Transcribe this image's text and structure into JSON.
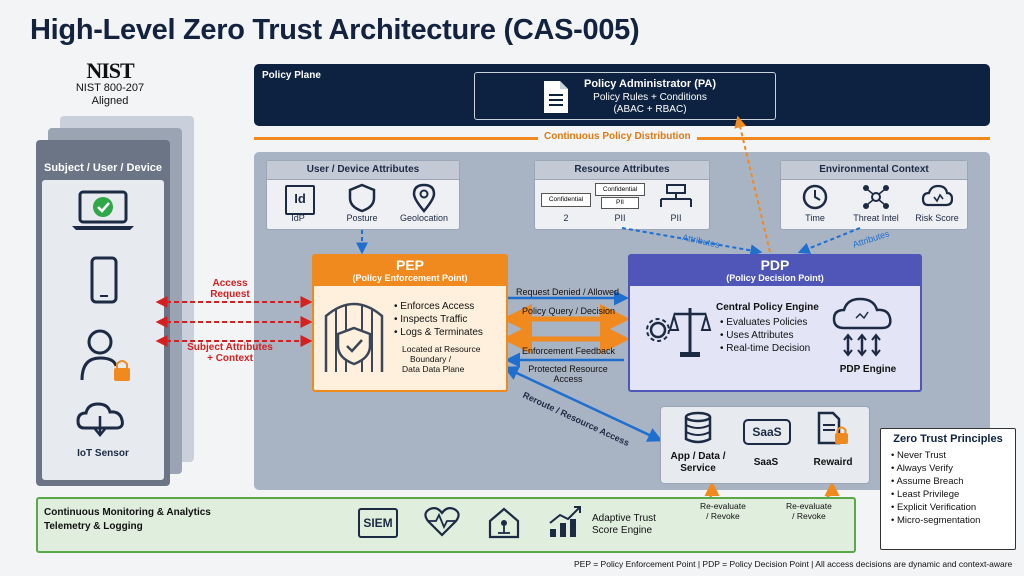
{
  "title": "High-Level Zero Trust Architecture (CAS-005)",
  "nist": {
    "logo": "NIST",
    "line1": "NIST 800-207",
    "line2": "Aligned"
  },
  "subject": {
    "title": "Subject / User / Device",
    "iot_label": "IoT Sensor"
  },
  "policy_plane": {
    "label": "Policy Plane",
    "pa_title": "Policy Administrator (PA)",
    "pa_line1": "Policy Rules + Conditions",
    "pa_line2": "(ABAC + RBAC)"
  },
  "continuous_distribution": "Continuous Policy Distribution",
  "user_attrs": {
    "title": "User / Device Attributes",
    "items": [
      "IdP",
      "Posture",
      "Geolocation"
    ],
    "idp_glyph": "Id"
  },
  "resource_attrs": {
    "title": "Resource Attributes",
    "items": [
      "2",
      "PII",
      "PII"
    ],
    "tag1": "Confidential",
    "tag2": "Confidential",
    "tag3": "PII"
  },
  "env_context": {
    "title": "Environmental Context",
    "items": [
      "Time",
      "Threat Intel",
      "Risk Score"
    ]
  },
  "attributes_label_left": "Attributes",
  "attributes_label_right": "Attributes",
  "access_request": {
    "line1": "Access",
    "line2": "Request"
  },
  "subject_attributes": {
    "line1": "Subject Attributes",
    "line2": "+ Context"
  },
  "pep": {
    "title": "PEP",
    "subtitle": "(Policy Enforcement Point)",
    "bullets": [
      "Enforces Access",
      "Inspects Traffic",
      "Logs & Terminates"
    ],
    "note1": "Located at Resource",
    "note2": "Boundary /",
    "note3": "Data Data Plane"
  },
  "pdp": {
    "title": "PDP",
    "subtitle": "(Policy Decision Point)",
    "engine_title": "Central Policy Engine",
    "bullets": [
      "Evaluates Policies",
      "Uses Attributes",
      "Real-time Decision"
    ],
    "engine_label": "PDP Engine"
  },
  "flows": {
    "request": "Request Denied / Allowed",
    "query": "Policy Query / Decision",
    "feedback": "Enforcement Feedback",
    "protected1": "Protected Resource",
    "protected2": "Access",
    "reroute": "Reroute / Resource Access"
  },
  "resources": {
    "app1": "App / Data /",
    "app2": "Service",
    "saas_glyph": "SaaS",
    "saas": "SaaS",
    "reward": "Rewaird"
  },
  "monitoring": {
    "line1": "Continuous Monitoring & Analytics",
    "line2": "Telemetry & Logging",
    "siem": "SIEM",
    "adaptive1": "Adaptive Trust",
    "adaptive2": "Score Engine",
    "reeval1a": "Re-evaluate",
    "reeval1b": "/ Revoke",
    "reeval2a": "Re-evaluate",
    "reeval2b": "/ Revoke"
  },
  "zt_principles": {
    "title": "Zero Trust Principles",
    "items": [
      "Never Trust",
      "Always Verify",
      "Assume Breach",
      "Least Privilege",
      "Explicit Verification",
      "Micro-segmentation"
    ]
  },
  "footer": "PEP = Policy Enforcement Point | PDP = Policy Decision Point | All access decisions are dynamic and context-aware",
  "colors": {
    "navy": "#0d2240",
    "orange": "#f08a1f",
    "purple": "#4f56b8",
    "red": "#d42020",
    "blue": "#1f6fd1",
    "green": "#5aa84a"
  }
}
